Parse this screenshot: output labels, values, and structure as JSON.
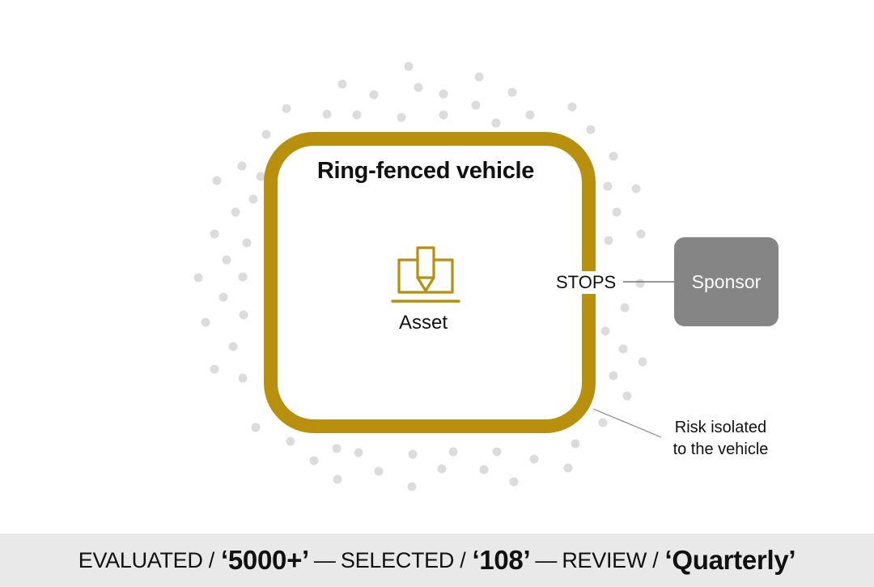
{
  "diagram": {
    "title": "Ring-fenced vehicle",
    "asset_label": "Asset",
    "stops_label": "STOPS",
    "sponsor_label": "Sponsor",
    "risk_note_line1": "Risk isolated",
    "risk_note_line2": "to the vehicle",
    "icons": {
      "asset": "pen-on-base-icon"
    }
  },
  "footer": {
    "evaluated_key": "EVALUATED /",
    "evaluated_value": "‘5000+’",
    "separator": "—",
    "selected_key": "SELECTED /",
    "selected_value": "‘108’",
    "review_key": "REVIEW /",
    "review_value": "‘Quarterly’"
  },
  "colors": {
    "ring": "#B8900E",
    "sponsor": "#858585",
    "dots": "#dcdcdc",
    "footer_bg": "#e9e9e9"
  }
}
